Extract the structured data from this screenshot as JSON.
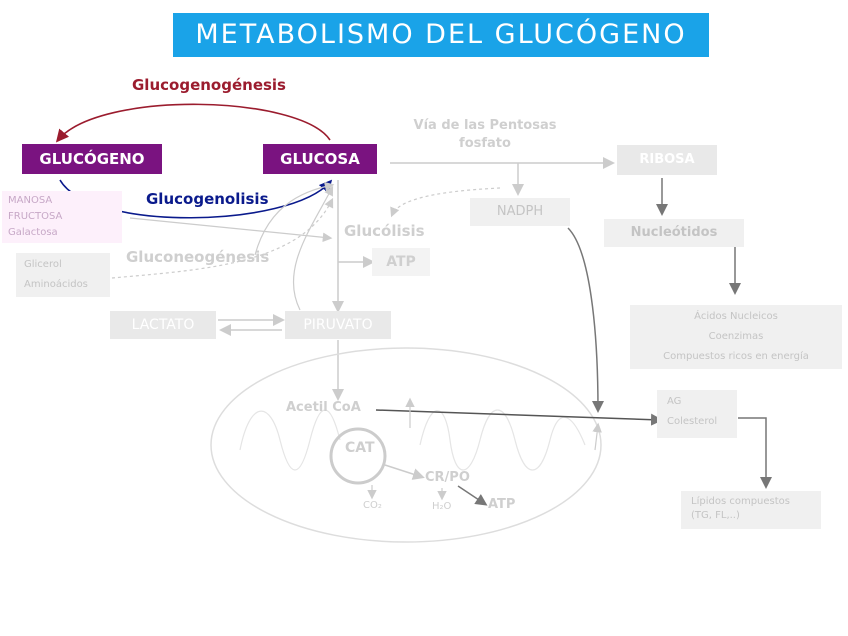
{
  "title": "METABOLISMO DEL GLUCÓGENO",
  "nodes": {
    "glucogeno": "GLUCÓGENO",
    "glucosa": "GLUCOSA",
    "ribosa": "RIBOSA",
    "nadph": "NADPH",
    "nucleotidos": "Nucleótidos",
    "lactato": "LACTATO",
    "piruvato": "PIRUVATO",
    "atp_glucolisis": "ATP",
    "acetil_coa": "Acetil CoA",
    "cat": "CAT",
    "cr_po": "CR/PO",
    "atp_mito": "ATP",
    "co2": "CO₂",
    "h2o": "H₂O"
  },
  "labels": {
    "glucogenogenesis": "Glucogenogénesis",
    "glucogenolisis": "Glucogenolisis",
    "via_pentosas_1": "Vía de las Pentosas",
    "via_pentosas_2": "fosfato",
    "glucolisis": "Glucólisis",
    "gluconeogenesis": "Gluconeogénesis"
  },
  "sugars": [
    "MANOSA",
    "FRUCTOSA",
    "Galactosa"
  ],
  "precursors": [
    "Glicerol",
    "Aminoácidos"
  ],
  "acidos_box": [
    "Ácidos Nucleicos",
    "Coenzimas",
    "Compuestos ricos en energía"
  ],
  "lipid_box": [
    "AG",
    "Colesterol"
  ],
  "lipidos_compuestos": [
    "Lípidos compuestos",
    "(TG, FL,..)"
  ],
  "colors": {
    "title_bg": "#1aa3e8",
    "node_purple": "#7a1380",
    "glucogenogenesis": "#9b1c2e",
    "glucogenolisis": "#0a1a8c",
    "faded": "#cfcfcf"
  }
}
